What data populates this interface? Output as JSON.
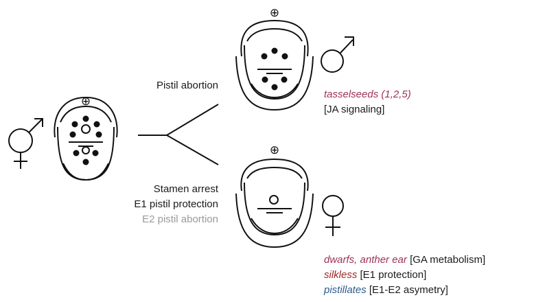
{
  "labels": {
    "pistil_abortion": "Pistil abortion",
    "stamen_arrest": "Stamen arrest",
    "e1_pistil_protection": "E1 pistil protection",
    "e2_pistil_abortion": "E2 pistil abortion"
  },
  "male_genes": {
    "gene": "tasselseeds (1,2,5)",
    "pathway": "[JA signaling]"
  },
  "female_genes": [
    {
      "gene": "dwarfs, anther ear",
      "pathway": " [GA metabolism]",
      "color": "#a0305a"
    },
    {
      "gene": "silkless",
      "pathway": " [E1 protection]",
      "color": "#a02828"
    },
    {
      "gene": "pistillates",
      "pathway": " [E1-E2 asymetry]",
      "color": "#2e5b8a"
    }
  ],
  "symbols": {
    "axis": "⊕",
    "hermaphrodite": "hermaphrodite-symbol",
    "male": "male-symbol",
    "female": "female-symbol"
  }
}
